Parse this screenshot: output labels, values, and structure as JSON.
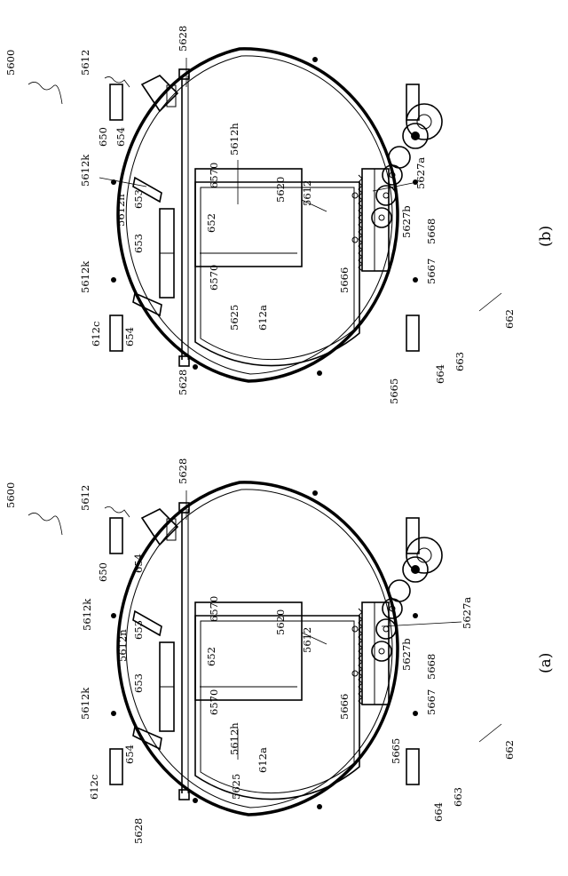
{
  "figure": {
    "captions": {
      "a": "(a)",
      "b": "(b)"
    },
    "labels": {
      "l5600": "5600",
      "l5612": "5612",
      "l5628": "5628",
      "l650": "650",
      "l654": "654",
      "l5612k": "5612k",
      "l5612n": "5612n",
      "l653": "653",
      "l652": "652",
      "l6570": "6570",
      "l5612h": "5612h",
      "l5620": "5620",
      "l5625": "5625",
      "l612a": "612a",
      "l612c": "612c",
      "l5627a": "5627a",
      "l5627b": "5627b",
      "l5668": "5668",
      "l5667": "5667",
      "l5666": "5666",
      "l5665": "5665",
      "l664": "664",
      "l663": "663",
      "l662": "662"
    }
  }
}
